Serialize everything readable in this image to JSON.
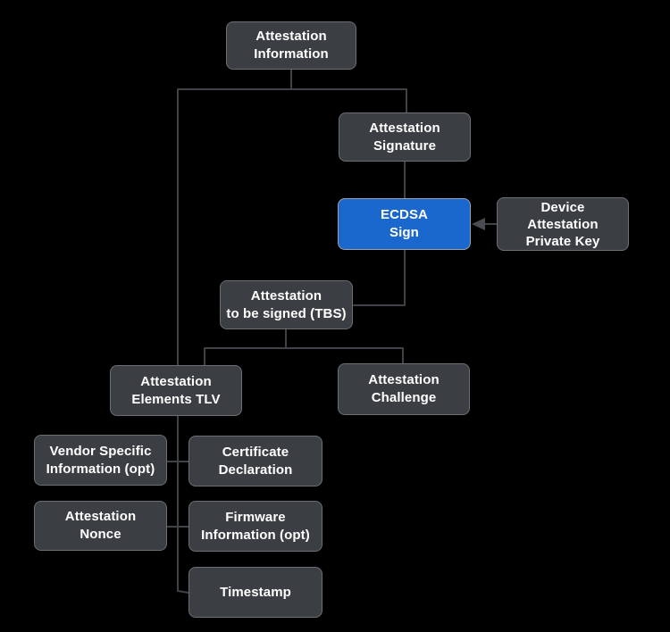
{
  "diagram": {
    "title": "Attestation Information flow diagram",
    "background_color": "#000000",
    "colors": {
      "node_fill": "#3b3e42",
      "node_border": "#6b6f73",
      "node_text": "#ffffff",
      "accent_node_fill": "#1a68ce",
      "accent_node_border": "#9aa0a6",
      "connector": "#3f4347",
      "arrowhead": "#494d52"
    },
    "nodes": [
      {
        "id": "attestation-information",
        "label": "Attestation\nInformation"
      },
      {
        "id": "attestation-signature",
        "label": "Attestation\nSignature"
      },
      {
        "id": "ecdsa-sign",
        "label": "ECDSA\nSign",
        "accent": true
      },
      {
        "id": "device-attestation-private-key",
        "label": "Device\nAttestation\nPrivate Key"
      },
      {
        "id": "attestation-to-be-signed",
        "label": "Attestation\nto be signed (TBS)"
      },
      {
        "id": "attestation-elements-tlv",
        "label": "Attestation\nElements TLV"
      },
      {
        "id": "attestation-challenge",
        "label": "Attestation\nChallenge"
      },
      {
        "id": "vendor-specific-information",
        "label": "Vendor Specific\nInformation (opt)"
      },
      {
        "id": "certificate-declaration",
        "label": "Certificate\nDeclaration"
      },
      {
        "id": "attestation-nonce",
        "label": "Attestation\nNonce"
      },
      {
        "id": "firmware-information",
        "label": "Firmware\nInformation (opt)"
      },
      {
        "id": "timestamp",
        "label": "Timestamp"
      }
    ],
    "edges": [
      {
        "from": "attestation-information",
        "to": "attestation-signature",
        "arrow": false
      },
      {
        "from": "attestation-signature",
        "to": "ecdsa-sign",
        "arrow": false
      },
      {
        "from": "device-attestation-private-key",
        "to": "ecdsa-sign",
        "arrow": true
      },
      {
        "from": "ecdsa-sign",
        "to": "attestation-to-be-signed",
        "arrow": false
      },
      {
        "from": "attestation-to-be-signed",
        "to": "attestation-elements-tlv",
        "arrow": false
      },
      {
        "from": "attestation-to-be-signed",
        "to": "attestation-challenge",
        "arrow": false
      },
      {
        "from": "attestation-information",
        "to": "vendor-specific-information",
        "arrow": false
      },
      {
        "from": "attestation-information",
        "to": "certificate-declaration",
        "arrow": false
      },
      {
        "from": "attestation-information",
        "to": "attestation-nonce",
        "arrow": false
      },
      {
        "from": "attestation-information",
        "to": "firmware-information",
        "arrow": false
      },
      {
        "from": "attestation-information",
        "to": "timestamp",
        "arrow": false
      }
    ]
  }
}
